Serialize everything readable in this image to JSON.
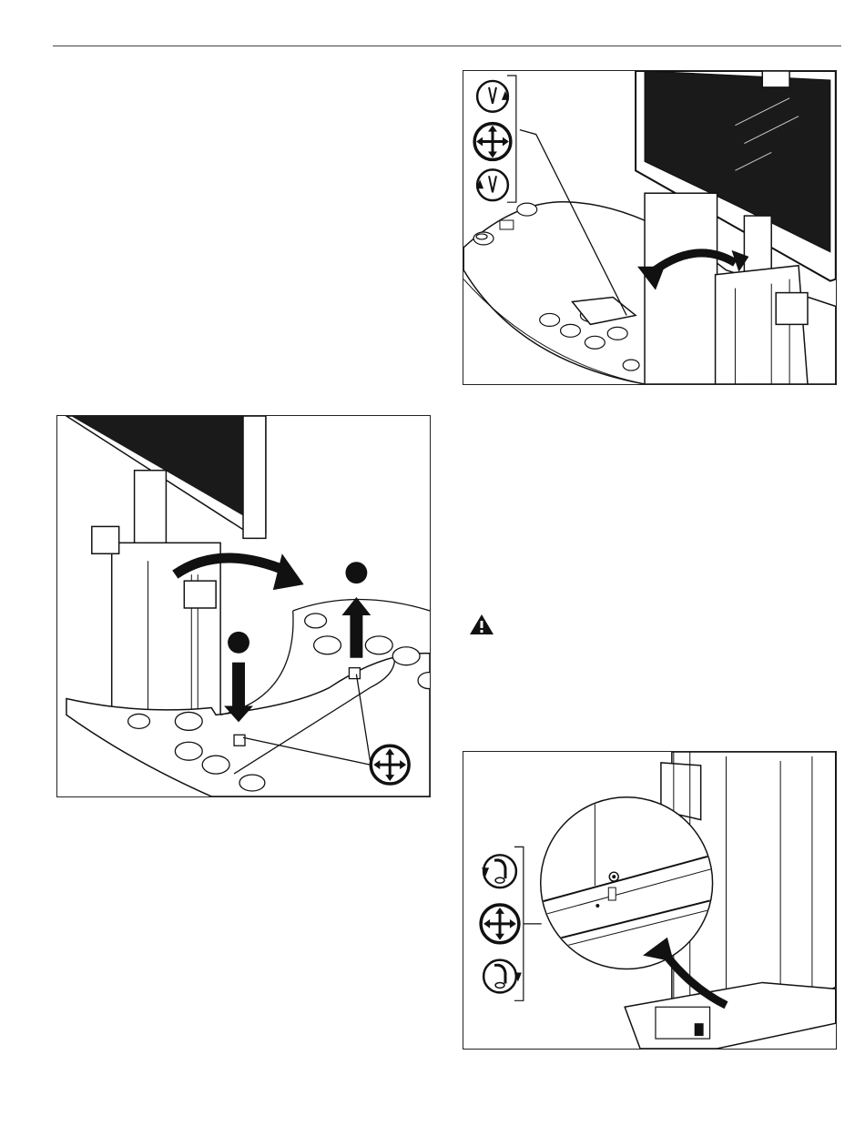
{
  "page": {
    "background": "#ffffff",
    "line_color": "#222222"
  },
  "figures": [
    {
      "id": "fig1",
      "icons": [
        "rotate-clockwise-screw-icon",
        "adjust-move-icon",
        "rotate-counterclockwise-screw-icon"
      ]
    },
    {
      "id": "fig2",
      "step_markers": [
        "",
        ""
      ],
      "icons": [
        "adjust-move-icon"
      ]
    },
    {
      "id": "fig3",
      "icons": [
        "loosen-icon",
        "adjust-move-icon",
        "tighten-icon"
      ]
    }
  ],
  "warning": {
    "icon": "caution-triangle-icon",
    "glyph": "!"
  }
}
